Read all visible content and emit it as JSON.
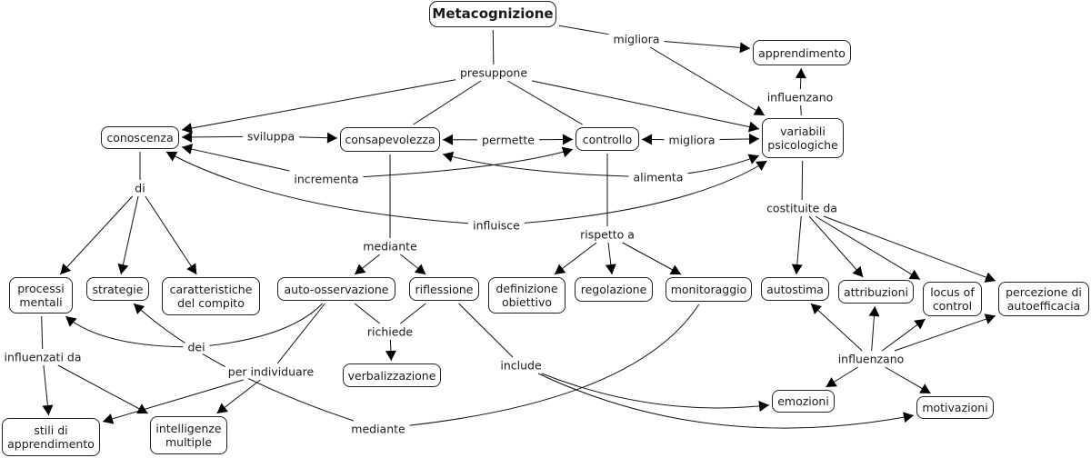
{
  "title": "Metacognizione",
  "nodes": [
    {
      "id": "meta",
      "text": "Metacognizione",
      "root": true
    },
    {
      "id": "appr",
      "text": "apprendimento"
    },
    {
      "id": "cono",
      "text": "conoscenza"
    },
    {
      "id": "cons",
      "text": "consapevolezza"
    },
    {
      "id": "cont",
      "text": "controllo"
    },
    {
      "id": "varp",
      "text": "variabili\npsicologiche"
    },
    {
      "id": "proc",
      "text": "processi\nmentali"
    },
    {
      "id": "stra",
      "text": "strategie"
    },
    {
      "id": "cara",
      "text": "caratteristiche\ndel compito"
    },
    {
      "id": "auto",
      "text": "auto-osservazione"
    },
    {
      "id": "rifl",
      "text": "riflessione"
    },
    {
      "id": "defi",
      "text": "definizione\nobiettivo"
    },
    {
      "id": "rego",
      "text": "regolazione"
    },
    {
      "id": "moni",
      "text": "monitoraggio"
    },
    {
      "id": "stim",
      "text": "autostima"
    },
    {
      "id": "attr",
      "text": "attribuzioni"
    },
    {
      "id": "locu",
      "text": "locus of\ncontrol"
    },
    {
      "id": "perc",
      "text": "percezione di\nautoefficacia"
    },
    {
      "id": "verb",
      "text": "verbalizzazione"
    },
    {
      "id": "emoz",
      "text": "emozioni"
    },
    {
      "id": "moti",
      "text": "motivazioni"
    },
    {
      "id": "stil",
      "text": "stili di\napprendimento"
    },
    {
      "id": "inte",
      "text": "intelligenze\nmultiple"
    }
  ],
  "links": [
    {
      "id": "l_presuppone",
      "text": "presuppone",
      "from": [
        "meta"
      ],
      "to": [
        "cono",
        "cons",
        "cont",
        "varp"
      ]
    },
    {
      "id": "l_migliora1",
      "text": "migliora",
      "from": [
        "meta"
      ],
      "to": [
        "appr",
        "varp"
      ]
    },
    {
      "id": "l_sviluppa",
      "text": "sviluppa",
      "from": [
        "cono"
      ],
      "to": [
        "cons"
      ]
    },
    {
      "id": "l_permette",
      "text": "permette",
      "from": [
        "cons",
        "cont"
      ],
      "to": [
        "cons",
        "cont"
      ]
    },
    {
      "id": "l_migliora2",
      "text": "migliora",
      "from": [
        "varp"
      ],
      "to": [
        "cont",
        "varp"
      ]
    },
    {
      "id": "l_incrementa",
      "text": "incrementa",
      "from": [
        "cont"
      ],
      "to": [
        "cono",
        "cont"
      ]
    },
    {
      "id": "l_alimenta",
      "text": "alimenta",
      "from": [
        "varp"
      ],
      "to": [
        "cons",
        "varp"
      ]
    },
    {
      "id": "l_influisce",
      "text": "influisce",
      "from": [
        "varp"
      ],
      "to": [
        "cono",
        "varp"
      ]
    },
    {
      "id": "l_influenzano1",
      "text": "influenzano",
      "from": [
        "varp"
      ],
      "to": [
        "appr"
      ]
    },
    {
      "id": "l_di",
      "text": "di",
      "from": [
        "cono"
      ],
      "to": [
        "proc",
        "stra",
        "cara"
      ]
    },
    {
      "id": "l_mediante1",
      "text": "mediante",
      "from": [
        "cons"
      ],
      "to": [
        "auto",
        "rifl"
      ]
    },
    {
      "id": "l_rispetto",
      "text": "rispetto a",
      "from": [
        "cont"
      ],
      "to": [
        "defi",
        "rego",
        "moni"
      ]
    },
    {
      "id": "l_costituite",
      "text": "costituite da",
      "from": [
        "varp"
      ],
      "to": [
        "stim",
        "attr",
        "locu",
        "perc"
      ]
    },
    {
      "id": "l_richiede",
      "text": "richiede",
      "from": [
        "auto",
        "rifl"
      ],
      "to": [
        "verb"
      ]
    },
    {
      "id": "l_include",
      "text": "include",
      "from": [
        "rifl"
      ],
      "to": [
        "emoz",
        "moti"
      ]
    },
    {
      "id": "l_dei",
      "text": "dei",
      "from": [
        "auto"
      ],
      "to": [
        "proc"
      ]
    },
    {
      "id": "l_individuare",
      "text": "per individuare",
      "from": [
        "auto"
      ],
      "to": [
        "stil",
        "inte"
      ]
    },
    {
      "id": "l_influenzati",
      "text": "influenzati da",
      "from": [
        "proc"
      ],
      "to": [
        "stil",
        "inte"
      ]
    },
    {
      "id": "l_mediante2",
      "text": "mediante",
      "from": [
        "moni"
      ],
      "to": [
        "stra"
      ]
    },
    {
      "id": "l_influenzano2",
      "text": "influenzano",
      "from": [],
      "to": [
        "stim",
        "attr",
        "locu",
        "perc",
        "emoz",
        "moti"
      ]
    }
  ]
}
